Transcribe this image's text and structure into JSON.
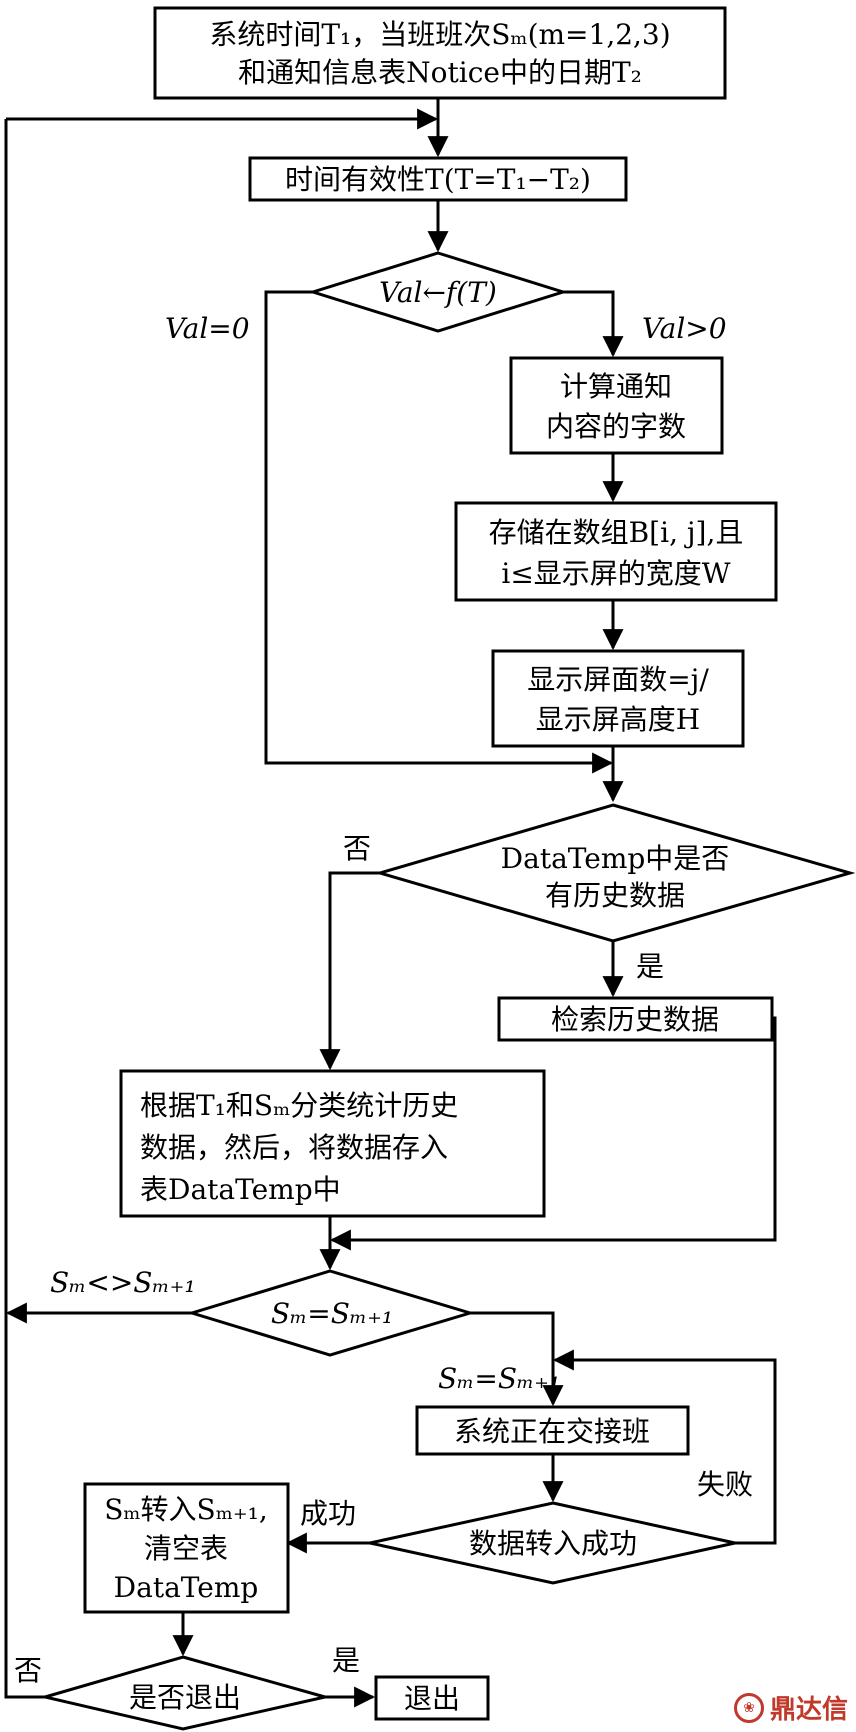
{
  "flowchart": {
    "start_box": {
      "line1": "系统时间T₁，当班班次Sₘ(m=1,2,3)",
      "line2": "和通知信息表Notice中的日期T₂"
    },
    "time_validity": "时间有效性T(T=T₁−T₂)",
    "val_decision": "Val←f(T)",
    "val_zero_label": "Val=0",
    "val_positive_label": "Val>0",
    "count_box": {
      "line1": "计算通知",
      "line2": "内容的字数"
    },
    "store_box": {
      "line1": "存储在数组B[i, j],且",
      "line2": "i≤显示屏的宽度W"
    },
    "screens_box": {
      "line1": "显示屏面数=j/",
      "line2": "显示屏高度H"
    },
    "history_decision": {
      "line1": "DataTemp中是否",
      "line2": "有历史数据"
    },
    "no_label_1": "否",
    "yes_label_1": "是",
    "retrieve_box": "检索历史数据",
    "classify_box": {
      "line1": "根据T₁和Sₘ分类统计历史",
      "line2": "数据，然后，将数据存入",
      "line3": "表DataTemp中"
    },
    "shift_decision": "Sₘ=Sₘ₊₁",
    "shift_not_equal_label": "Sₘ<>Sₘ₊₁",
    "shift_equal_label": "Sₘ=Sₘ₊₁",
    "handover_box": "系统正在交接班",
    "transfer_decision": "数据转入成功",
    "fail_label": "失败",
    "success_label": "成功",
    "transfer_box": {
      "line1": "Sₘ转入Sₘ₊₁,",
      "line2": "清空表",
      "line3": "DataTemp"
    },
    "exit_decision": "是否退出",
    "no_label_2": "否",
    "yes_label_2": "是",
    "exit_box": "退出"
  },
  "watermark": {
    "text": "鼎达信",
    "icon": "dingdaxin-logo-icon",
    "color": "#c0392b"
  }
}
